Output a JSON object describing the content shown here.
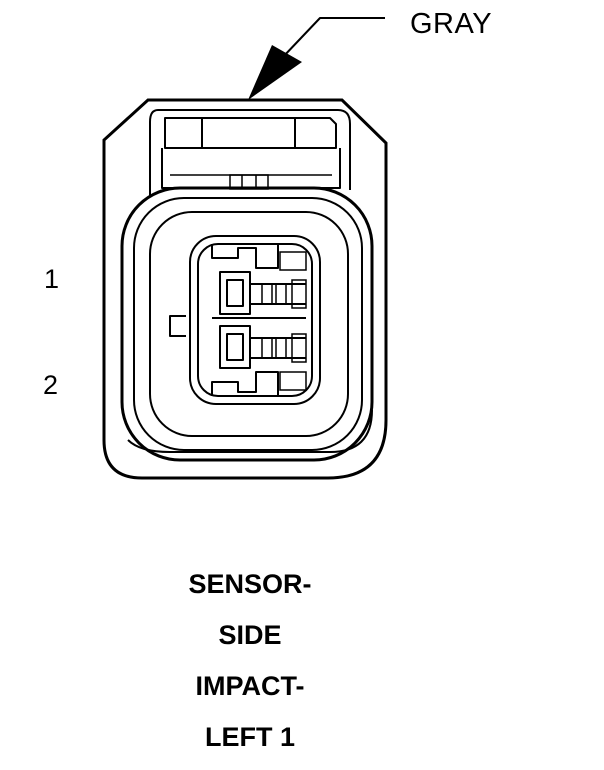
{
  "callout": {
    "color_label": "GRAY"
  },
  "pins": [
    {
      "number": "1"
    },
    {
      "number": "2"
    }
  ],
  "title": {
    "lines": [
      "SENSOR-",
      "SIDE",
      "IMPACT-",
      "LEFT 1"
    ]
  }
}
